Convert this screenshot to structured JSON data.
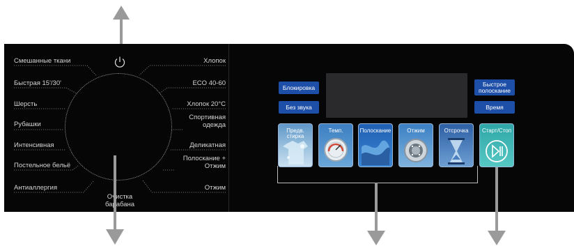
{
  "programs_left": [
    "Смешанные ткани",
    "Быстрая 15'/30'",
    "Шерсть",
    "Рубашки",
    "Интенсивная",
    "Постельное бельё",
    "Антиаллергия"
  ],
  "programs_right": [
    "Хлопок",
    "ECO 40-60",
    "Хлопок 20°C",
    "Спортивная одежда",
    "Деликатная",
    "Полоскание + Отжим",
    "Отжим"
  ],
  "program_bottom": "Очистка барабана",
  "buttons": {
    "lock": "Блокировка",
    "mute": "Без звука",
    "quick_rinse": "Быстрое полоскание",
    "time": "Время"
  },
  "tiles": [
    "Предв. стирка",
    "Темп.",
    "Полоскание",
    "Отжим",
    "Отсрочка",
    "Старт/Стоп"
  ],
  "colors": {
    "panel": "#060606",
    "button": "#1d4fa8",
    "arrow": "#9a9a9a"
  }
}
